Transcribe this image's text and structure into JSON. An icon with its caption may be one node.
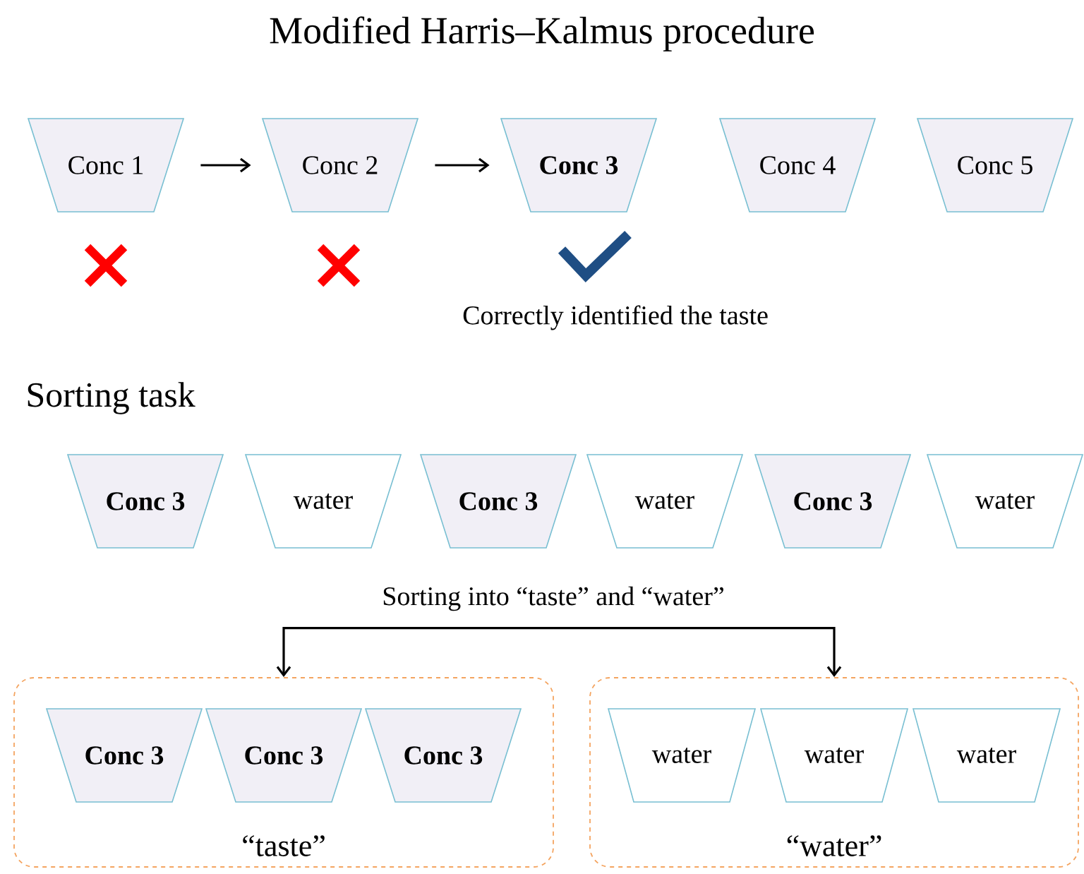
{
  "diagram": {
    "title": "Modified Harris–Kalmus procedure",
    "nodes": [
      {
        "text": [
          "Conc 1"
        ]
      },
      {
        "text": [
          "Conc 2"
        ]
      },
      {
        "text": [
          "Conc 3"
        ]
      },
      {
        "text": [
          "Conc 4"
        ]
      },
      {
        "text": [
          "Conc 5"
        ]
      },
      {
        "text": [
          "Conc 3"
        ]
      },
      {
        "text": [
          "water"
        ]
      },
      {
        "text": [
          "Conc 3"
        ]
      },
      {
        "text": [
          "water"
        ]
      },
      {
        "text": [
          "Conc 3"
        ]
      },
      {
        "text": [
          "water"
        ]
      },
      {
        "text": [
          "Sorting into “taste” and “water”"
        ]
      },
      {
        "text": [
          "“taste”"
        ]
      },
      {
        "text": [
          "Conc 3"
        ],
        "in": 12
      },
      {
        "text": [
          "Conc 3"
        ],
        "in": 12
      },
      {
        "text": [
          "Conc 3"
        ],
        "in": 12
      },
      {
        "text": [
          "“water”"
        ]
      },
      {
        "text": [
          "water"
        ],
        "in": 16
      },
      {
        "text": [
          "water"
        ],
        "in": 16
      },
      {
        "text": [
          "water"
        ],
        "in": 16
      }
    ],
    "edges": [
      {
        "from": 0,
        "to": 1,
        "arrow": "to"
      },
      {
        "from": 1,
        "to": 2,
        "arrow": "to"
      },
      {
        "from": 11,
        "to": 12,
        "arrow": "to"
      },
      {
        "from": 11,
        "to": 16,
        "arrow": "to"
      }
    ],
    "labels": [
      "Correctly identified the taste",
      "Sorting task"
    ]
  }
}
